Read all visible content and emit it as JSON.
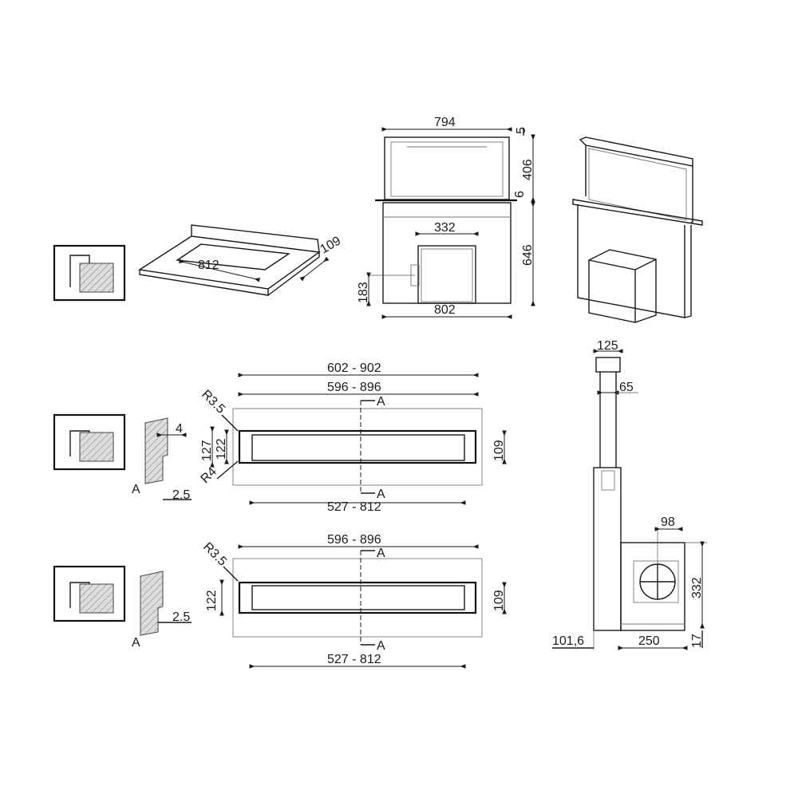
{
  "countertop_view": {
    "width": "812",
    "depth": "109"
  },
  "front_view": {
    "top_width": "794",
    "top_gap": "5",
    "height_up": "406",
    "counter_thickness": "6",
    "height_down": "646",
    "motor_width": "332",
    "outlet_height": "183",
    "base_width": "802"
  },
  "plan_flush": {
    "outer": "602 - 902",
    "cutout": "596 - 896",
    "corner_radius_outer": "R3.5",
    "corner_radius_inner": "R4",
    "section_top": "A",
    "section_bottom": "A",
    "depth_outer": "127",
    "depth_inner": "122",
    "depth_unit": "109",
    "inner_length": "527 - 812",
    "detail_step": "4",
    "detail_offset": "2.5",
    "detail_label": "A"
  },
  "plan_top": {
    "cutout": "596 - 896",
    "corner_radius": "R3.5",
    "section_top": "A",
    "section_bottom": "A",
    "depth": "122",
    "depth_unit": "109",
    "inner_length": "527 - 812",
    "detail_offset": "2.5",
    "detail_label": "A"
  },
  "side_view": {
    "top_width": "125",
    "duct_width": "65",
    "fan_offset": "98",
    "motor_height": "332",
    "column_depth": "101,6",
    "motor_depth": "250",
    "base_gap": "17"
  }
}
